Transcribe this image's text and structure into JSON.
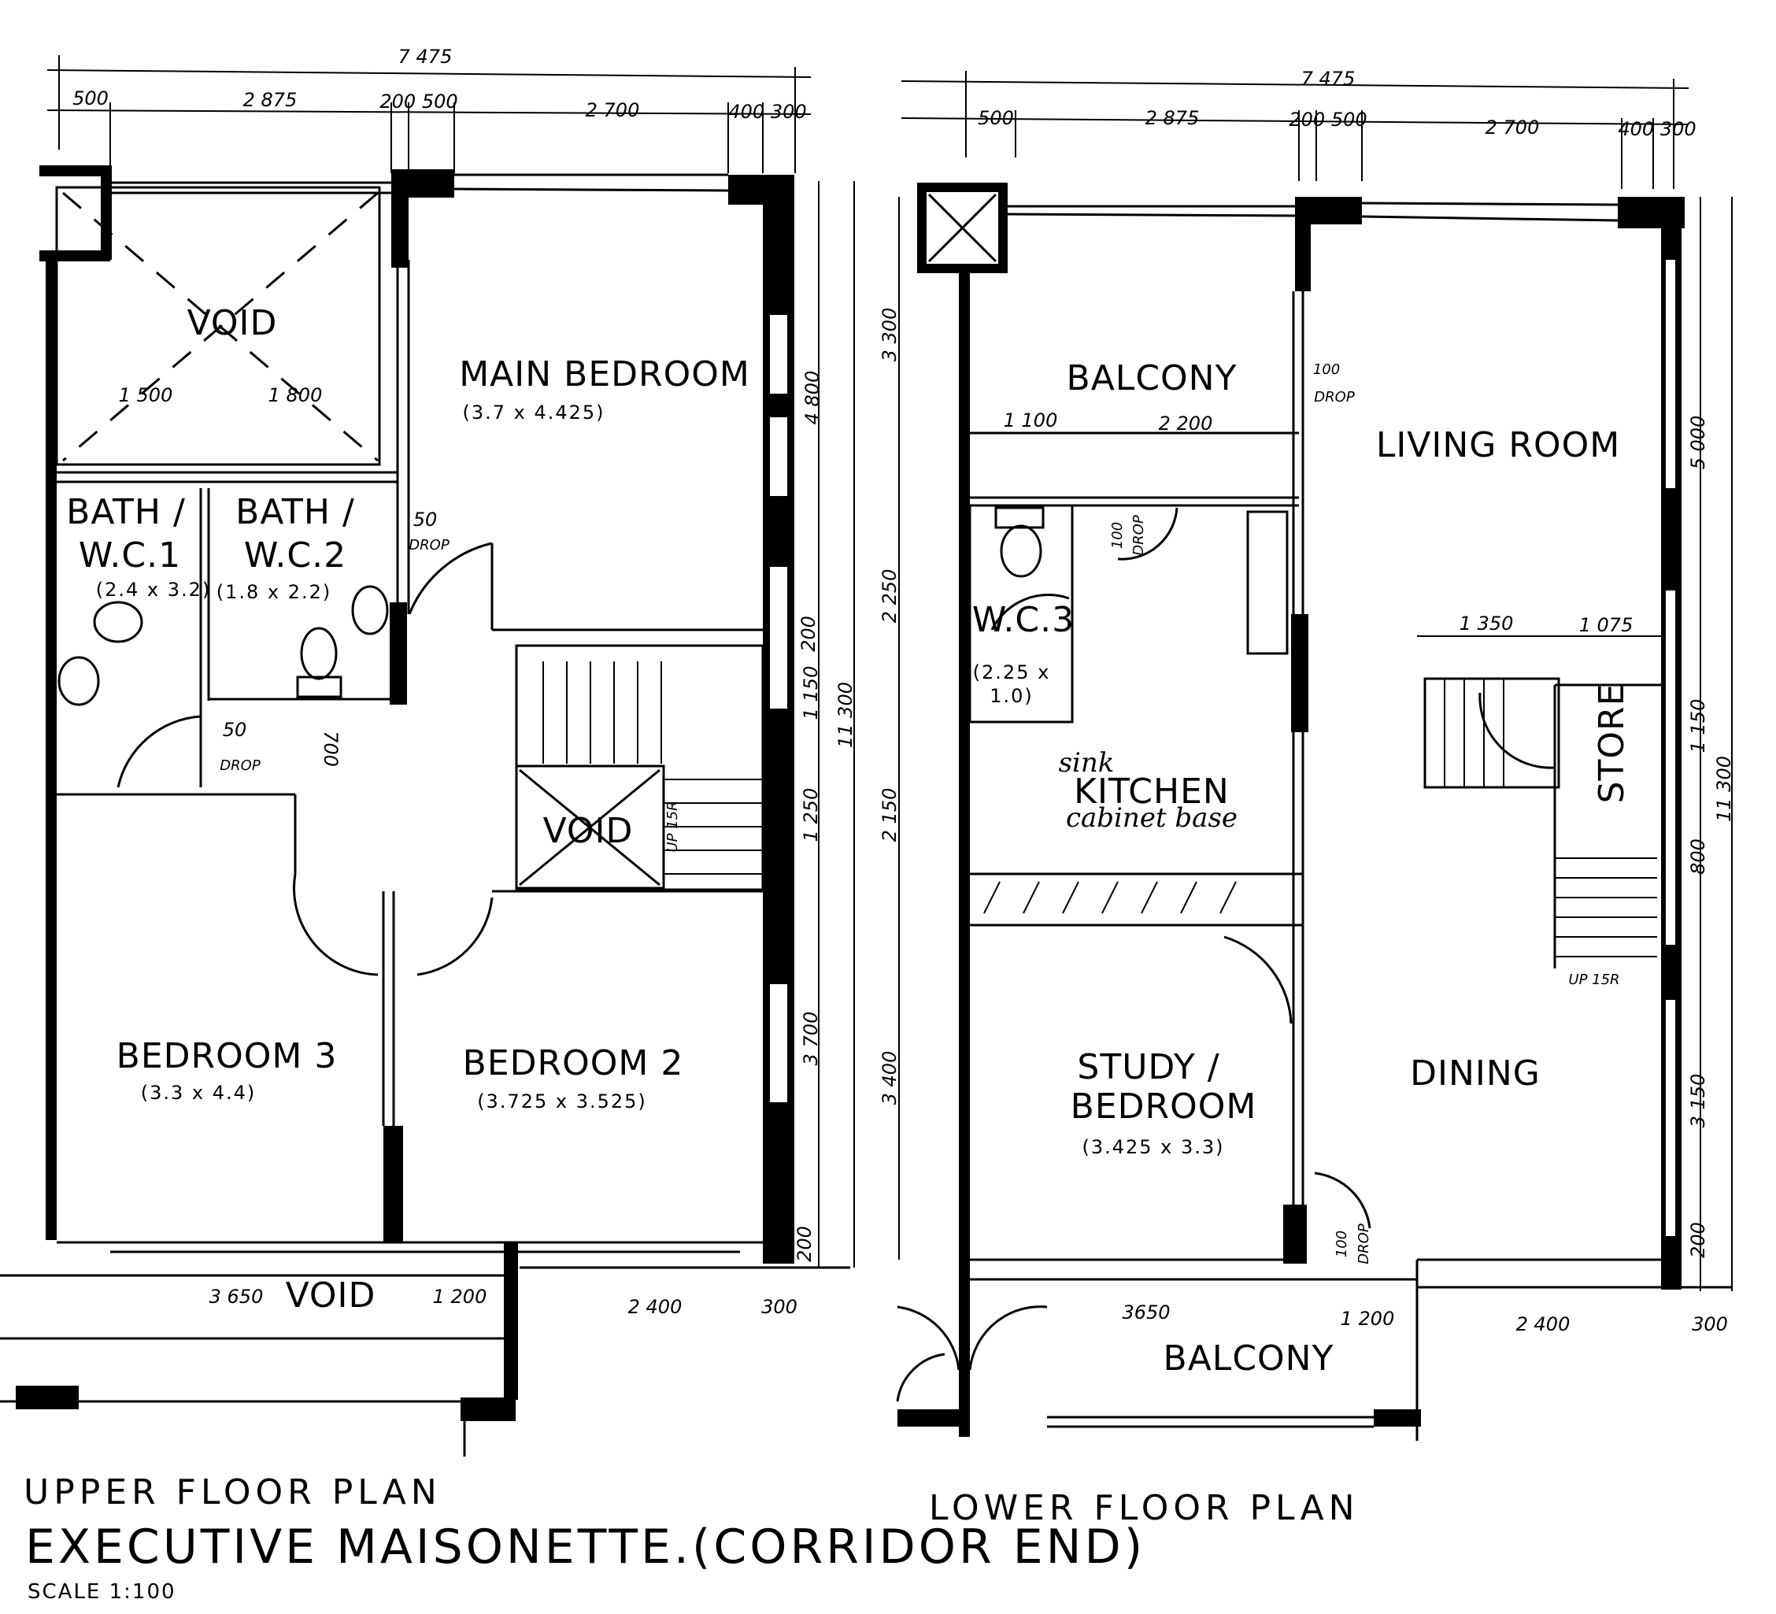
{
  "upper_plan": {
    "label": "UPPER FLOOR PLAN",
    "overall_width": "7 475",
    "top_dims": [
      "500",
      "2 875",
      "200 500",
      "2 700",
      "400 300"
    ],
    "void_dims": [
      "1 500",
      "1 800"
    ],
    "right_dims": [
      "4 800",
      "200",
      "1 150",
      "1 250",
      "3 700",
      "200"
    ],
    "overall_depth": "11 300",
    "bottom_dims": [
      "3 650",
      "1 200",
      "2 400",
      "300"
    ],
    "rooms": {
      "void_top": "VOID",
      "main_bedroom": {
        "name": "MAIN BEDROOM",
        "size": "(3.7 x 4.425)"
      },
      "bath1": {
        "line1": "BATH /",
        "line2": "W.C.1",
        "size": "(2.4 x 3.2)"
      },
      "bath2": {
        "line1": "BATH /",
        "line2": "W.C.2",
        "size": "(1.8 x 2.2)"
      },
      "void_stair": "VOID",
      "bedroom3": {
        "name": "BEDROOM 3",
        "size": "(3.3 x 4.4)"
      },
      "bedroom2": {
        "name": "BEDROOM 2",
        "size": "(3.725 x 3.525)"
      },
      "void_bottom": "VOID"
    },
    "drops": [
      {
        "value": "50",
        "label": "DROP"
      },
      {
        "value": "50",
        "label": "DROP"
      }
    ],
    "door_dim": "700",
    "stair_note": "UP 15R"
  },
  "lower_plan": {
    "label": "LOWER FLOOR PLAN",
    "overall_width": "7 475",
    "top_dims": [
      "500",
      "2 875",
      "200 500",
      "2 700",
      "400 300"
    ],
    "left_dims": [
      "3 300",
      "2 250",
      "2 150",
      "3 400"
    ],
    "right_dims": [
      "5 000",
      "1 150",
      "800",
      "3 150",
      "200"
    ],
    "overall_depth": "11 300",
    "balcony_dims": [
      "1 100",
      "2 200"
    ],
    "stair_dims": [
      "1 350",
      "1 075"
    ],
    "bottom_dims": [
      "3650",
      "1 200",
      "2 400",
      "300"
    ],
    "rooms": {
      "balcony_top": "BALCONY",
      "living_room": "LIVING ROOM",
      "wc3": {
        "name": "W.C.3",
        "size_line1": "(2.25 x",
        "size_line2": "1.0)"
      },
      "kitchen": {
        "name": "KITCHEN",
        "note_sink": "sink",
        "note_cabinet": "cabinet base"
      },
      "store": "STORE",
      "dining": "DINING",
      "study": {
        "line1": "STUDY /",
        "line2": "BEDROOM",
        "size": "(3.425 x 3.3)"
      },
      "balcony_bottom": "BALCONY"
    },
    "drops": [
      {
        "value": "100",
        "label": "DROP"
      },
      {
        "value": "100",
        "label": "DROP"
      },
      {
        "value": "100",
        "label": "DROP"
      }
    ],
    "stair_note": "UP 15R"
  },
  "title": "EXECUTIVE  MAISONETTE.(CORRIDOR END)",
  "scale": "SCALE 1:100"
}
